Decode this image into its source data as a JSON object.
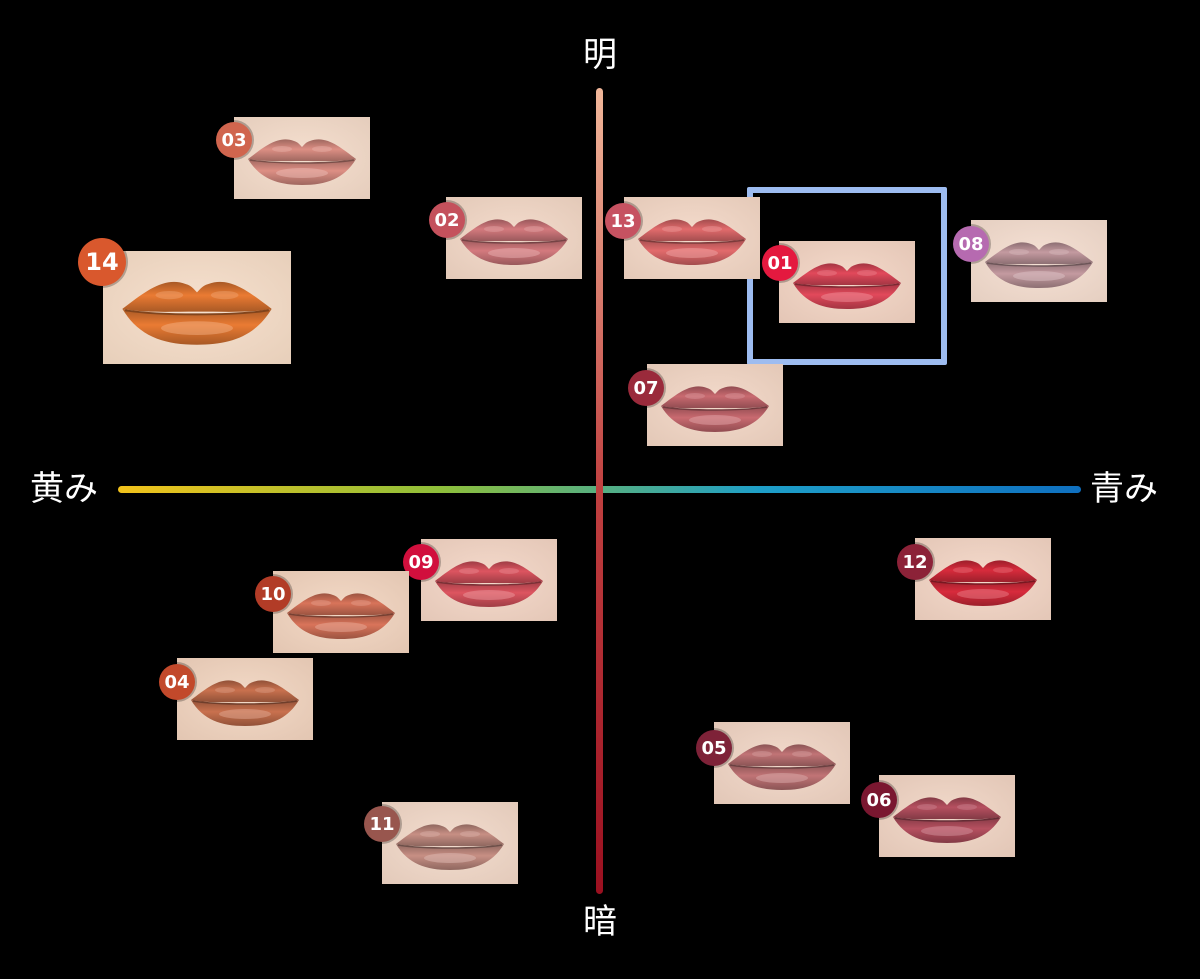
{
  "axes": {
    "top_label": "明",
    "bottom_label": "暗",
    "left_label": "黄み",
    "right_label": "青み",
    "vertical_gradient": [
      "#f1b79a",
      "#c04040",
      "#9b1020"
    ],
    "horizontal_gradient": [
      "#f2c21b",
      "#8fbf3a",
      "#1e9fc8",
      "#0f70c0"
    ]
  },
  "highlight": {
    "shade": "01",
    "color": "#9dbcf0"
  },
  "shades": [
    {
      "id": "01",
      "badge_color": "#e4193f",
      "lip_color": "#e2495b",
      "skin": "#f3d3c2"
    },
    {
      "id": "02",
      "badge_color": "#c4515c",
      "lip_color": "#d47a7e",
      "skin": "#f2d6c4"
    },
    {
      "id": "03",
      "badge_color": "#d0654e",
      "lip_color": "#dd8f84",
      "skin": "#f4dac8"
    },
    {
      "id": "04",
      "badge_color": "#c2492b",
      "lip_color": "#c9714e",
      "skin": "#f1d3bd"
    },
    {
      "id": "05",
      "badge_color": "#7e2238",
      "lip_color": "#c17476",
      "skin": "#f0d4c3"
    },
    {
      "id": "06",
      "badge_color": "#7a1730",
      "lip_color": "#b65060",
      "skin": "#f0d3c2"
    },
    {
      "id": "07",
      "badge_color": "#9a2a3b",
      "lip_color": "#c96a70",
      "skin": "#f2d5c3"
    },
    {
      "id": "08",
      "badge_color": "#b66ab0",
      "lip_color": "#c49aa0",
      "skin": "#f4dccd"
    },
    {
      "id": "09",
      "badge_color": "#d10f3d",
      "lip_color": "#dd5560",
      "skin": "#f3d4c3"
    },
    {
      "id": "10",
      "badge_color": "#b23c27",
      "lip_color": "#d9745a",
      "skin": "#f2d3bd"
    },
    {
      "id": "11",
      "badge_color": "#98564e",
      "lip_color": "#c78f84",
      "skin": "#f1d7c6"
    },
    {
      "id": "12",
      "badge_color": "#8c2238",
      "lip_color": "#d82b3c",
      "skin": "#f3d4c3"
    },
    {
      "id": "13",
      "badge_color": "#c65261",
      "lip_color": "#e26b6c",
      "skin": "#f3d6c4"
    },
    {
      "id": "14",
      "badge_color": "#d9582d",
      "lip_color": "#ea7b33",
      "skin": "#f6dcc6"
    }
  ]
}
